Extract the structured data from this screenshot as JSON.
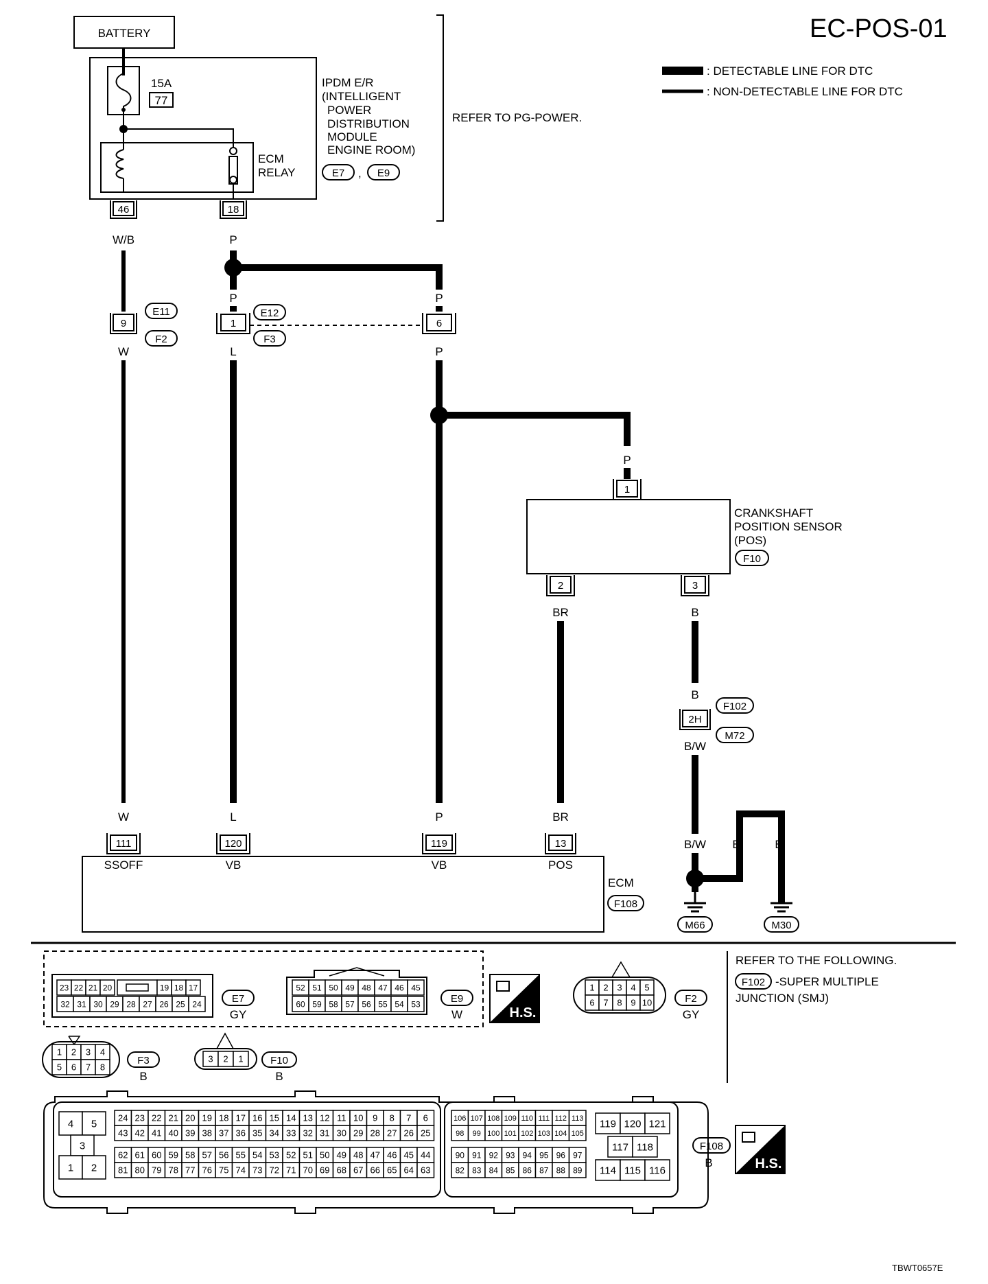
{
  "title": "EC-POS-01",
  "figure_id": "TBWT0657E",
  "legend": {
    "thick": ": DETECTABLE LINE FOR DTC",
    "thin": ": NON-DETECTABLE LINE FOR DTC"
  },
  "battery": "BATTERY",
  "fuse": {
    "rating": "15A",
    "number": "77"
  },
  "ipdm": {
    "lines": [
      "IPDM E/R",
      "(INTELLIGENT",
      "POWER",
      "DISTRIBUTION",
      "MODULE",
      "ENGINE ROOM)"
    ],
    "connectors": [
      "E7",
      "E9"
    ],
    "comma": ","
  },
  "ecm_relay": [
    "ECM",
    "RELAY"
  ],
  "refer_pg": "REFER TO PG-POWER.",
  "ipdm_pins": {
    "left": "46",
    "right": "18"
  },
  "wires": {
    "w_b": "W/B",
    "p1": "P",
    "p2": "P",
    "p3": "P",
    "w": "W",
    "l": "L",
    "p4": "P",
    "p5": "P",
    "br": "BR",
    "b1": "B",
    "b2": "B",
    "bw1": "B/W",
    "w2": "W",
    "l2": "L",
    "p6": "P",
    "br2": "BR",
    "bw2": "B/W",
    "b3": "B",
    "b4": "B"
  },
  "junction": {
    "pin9": "9",
    "pin1": "1",
    "pin6": "6",
    "e11": "E11",
    "f2": "F2",
    "e12": "E12",
    "f3": "F3"
  },
  "sensor": {
    "lines": [
      "CRANKSHAFT",
      "POSITION SENSOR",
      "(POS)"
    ],
    "connector": "F10",
    "pin1": "1",
    "pin2": "2",
    "pin3": "3"
  },
  "smj": {
    "pin": "2H",
    "f102": "F102",
    "m72": "M72"
  },
  "ecm": {
    "label": "ECM",
    "connector": "F108",
    "pins": [
      {
        "num": "111",
        "name": "SSOFF"
      },
      {
        "num": "120",
        "name": "VB"
      },
      {
        "num": "119",
        "name": "VB"
      },
      {
        "num": "13",
        "name": "POS"
      }
    ]
  },
  "grounds": {
    "m66": "M66",
    "m30": "M30"
  },
  "refer_following": {
    "line1": "REFER TO THE FOLLOWING.",
    "connector": "F102",
    "line2": "-SUPER MULTIPLE",
    "line3": "JUNCTION (SMJ)"
  },
  "connector_views": {
    "e7": {
      "id": "E7",
      "color": "GY",
      "row1": [
        "23",
        "22",
        "21",
        "20",
        "19",
        "18",
        "17"
      ],
      "row2": [
        "32",
        "31",
        "30",
        "29",
        "28",
        "27",
        "26",
        "25",
        "24"
      ]
    },
    "e9": {
      "id": "E9",
      "color": "W",
      "row1": [
        "52",
        "51",
        "50",
        "49",
        "48",
        "47",
        "46",
        "45"
      ],
      "row2": [
        "60",
        "59",
        "58",
        "57",
        "56",
        "55",
        "54",
        "53"
      ]
    },
    "f2": {
      "id": "F2",
      "color": "GY",
      "row1": [
        "1",
        "2",
        "3",
        "4",
        "5"
      ],
      "row2": [
        "6",
        "7",
        "8",
        "9",
        "10"
      ]
    },
    "f3": {
      "id": "F3",
      "color": "B",
      "row1": [
        "1",
        "2",
        "3",
        "4"
      ],
      "row2": [
        "5",
        "6",
        "7",
        "8"
      ]
    },
    "f10": {
      "id": "F10",
      "color": "B",
      "pins": [
        "3",
        "2",
        "1"
      ]
    },
    "f108": {
      "id": "F108",
      "color": "B",
      "left": [
        "4",
        "5",
        "3",
        "1",
        "2"
      ],
      "a1": [
        "24",
        "23",
        "22",
        "21",
        "20",
        "19",
        "18",
        "17",
        "16",
        "15",
        "14",
        "13",
        "12",
        "11",
        "10",
        "9",
        "8",
        "7",
        "6"
      ],
      "a2": [
        "43",
        "42",
        "41",
        "40",
        "39",
        "38",
        "37",
        "36",
        "35",
        "34",
        "33",
        "32",
        "31",
        "30",
        "29",
        "28",
        "27",
        "26",
        "25"
      ],
      "a3": [
        "62",
        "61",
        "60",
        "59",
        "58",
        "57",
        "56",
        "55",
        "54",
        "53",
        "52",
        "51",
        "50",
        "49",
        "48",
        "47",
        "46",
        "45",
        "44"
      ],
      "a4": [
        "81",
        "80",
        "79",
        "78",
        "77",
        "76",
        "75",
        "74",
        "73",
        "72",
        "71",
        "70",
        "69",
        "68",
        "67",
        "66",
        "65",
        "64",
        "63"
      ],
      "b1": [
        "106",
        "107",
        "108",
        "109",
        "110",
        "111",
        "112",
        "113"
      ],
      "b2": [
        "98",
        "99",
        "100",
        "101",
        "102",
        "103",
        "104",
        "105"
      ],
      "b3": [
        "90",
        "91",
        "92",
        "93",
        "94",
        "95",
        "96",
        "97"
      ],
      "b4": [
        "82",
        "83",
        "84",
        "85",
        "86",
        "87",
        "88",
        "89"
      ],
      "c1": [
        "119",
        "120",
        "121"
      ],
      "c2": [
        "117",
        "118"
      ],
      "c3": [
        "114",
        "115",
        "116"
      ]
    },
    "hs": "H.S."
  }
}
